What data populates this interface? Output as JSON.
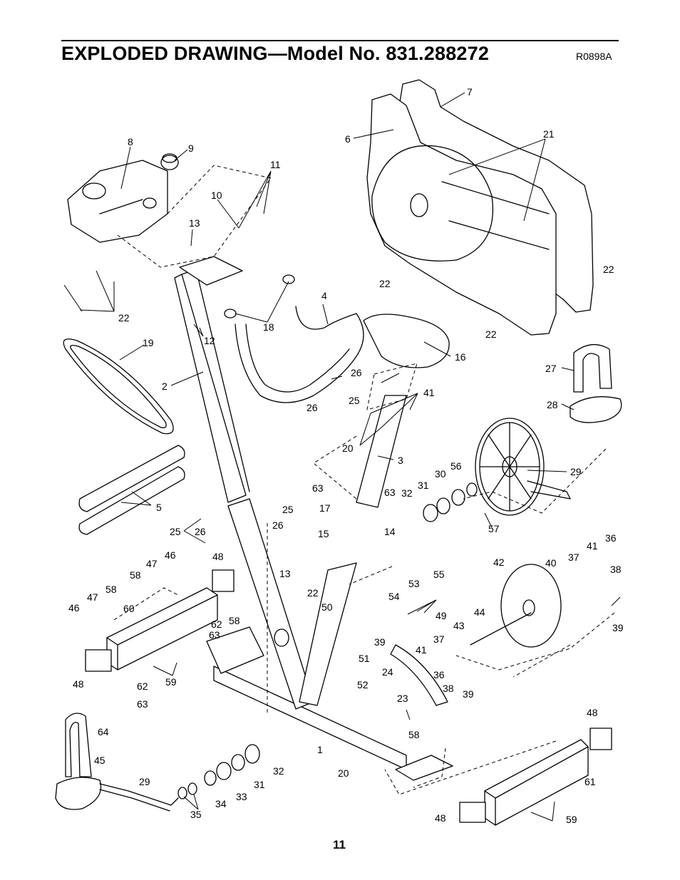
{
  "header": {
    "title": "EXPLODED DRAWING—Model No. 831.288272",
    "drawing_code": "R0898A"
  },
  "footer": {
    "page_number": "11"
  },
  "callouts": {
    "c7": "7",
    "c6": "6",
    "c21": "21",
    "c8": "8",
    "c9": "9",
    "c11": "11",
    "c10": "10",
    "c13a": "13",
    "c22a": "22",
    "c22b": "22",
    "c22c": "22",
    "c22d": "22",
    "c22e": "22",
    "c12": "12",
    "c4": "4",
    "c18": "18",
    "c19": "19",
    "c16": "16",
    "c2": "2",
    "c26a": "26",
    "c25a": "25",
    "c26b": "26",
    "c41a": "41",
    "c20a": "20",
    "c3": "3",
    "c27": "27",
    "c28": "28",
    "c29a": "29",
    "c56": "56",
    "c30a": "30",
    "c31a": "31",
    "c32a": "32",
    "c63a": "63",
    "c63b": "63",
    "c5": "5",
    "c17": "17",
    "c25b": "25",
    "c26c": "26",
    "c25c": "25",
    "c26d": "26",
    "c57": "57",
    "c15": "15",
    "c14": "14",
    "c36a": "36",
    "c41b": "41",
    "c37a": "37",
    "c38a": "38",
    "c40": "40",
    "c42": "42",
    "c46a": "46",
    "c47a": "47",
    "c48a": "48",
    "c58a": "58",
    "c13b": "13",
    "c55": "55",
    "c53": "53",
    "c54": "54",
    "c49": "49",
    "c50": "50",
    "c44": "44",
    "c39a": "39",
    "c47b": "47",
    "c58b": "58",
    "c46b": "46",
    "c60": "60",
    "c62a": "62",
    "c63c": "63",
    "c58c": "58",
    "c39b": "39",
    "c43": "43",
    "c37b": "37",
    "c41c": "41",
    "c36b": "36",
    "c38b": "38",
    "c39c": "39",
    "c24": "24",
    "c51": "51",
    "c52": "52",
    "c48b": "48",
    "c59a": "59",
    "c62b": "62",
    "c63d": "63",
    "c23": "23",
    "c64": "64",
    "c58d": "58",
    "c48c": "48",
    "c45": "45",
    "c1": "1",
    "c29b": "29",
    "c32b": "32",
    "c31b": "31",
    "c33": "33",
    "c34": "34",
    "c35": "35",
    "c20b": "20",
    "c61": "61",
    "c48d": "48",
    "c59b": "59"
  }
}
